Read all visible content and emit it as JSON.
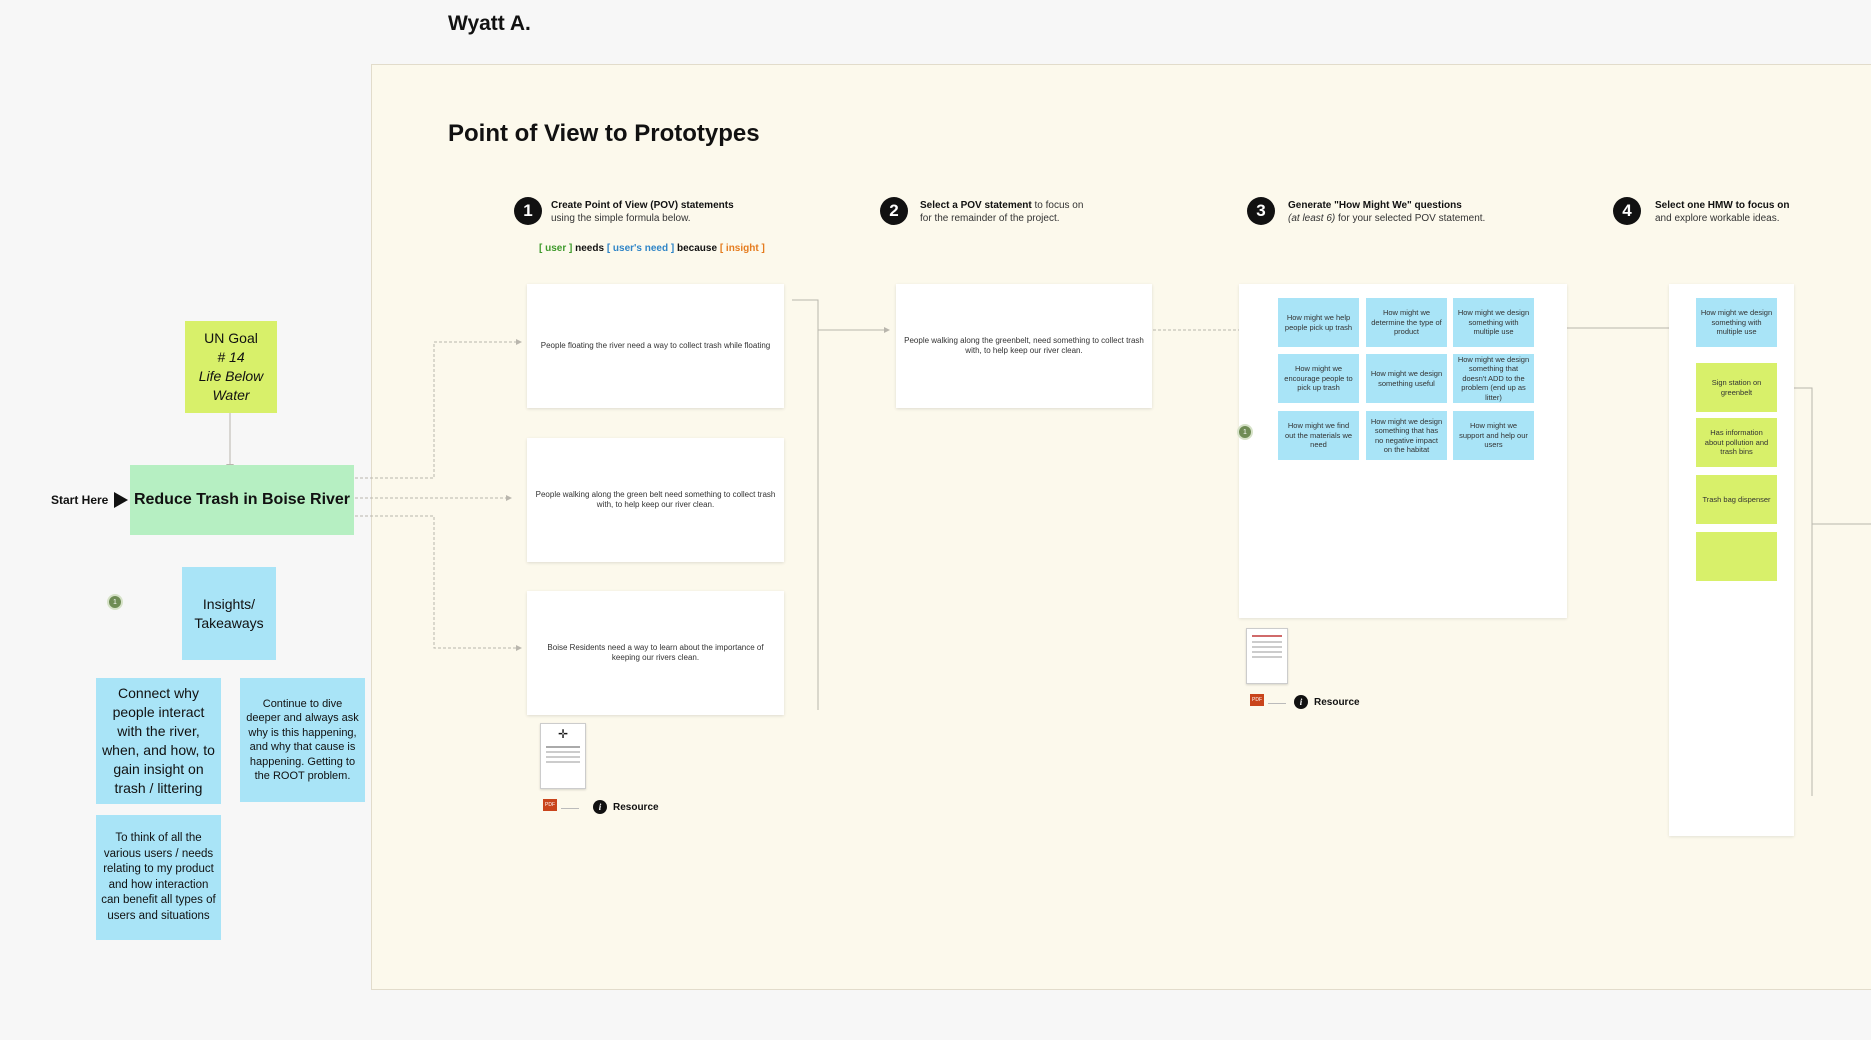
{
  "author": "Wyatt A.",
  "board_title": "Point of View to Prototypes",
  "steps": [
    {
      "number": "1",
      "bold": "Create Point of View (POV) statements",
      "rest": "using the simple formula below."
    },
    {
      "number": "2",
      "bold": "Select a POV statement",
      "rest_inline": " to focus on",
      "rest": "for the remainder of the project."
    },
    {
      "number": "3",
      "bold": "Generate \"How Might We\" questions",
      "rest_italic": "(at least 6)",
      "rest": " for your selected POV statement."
    },
    {
      "number": "4",
      "bold": "Select one HMW to focus on",
      "rest": "and explore workable ideas."
    }
  ],
  "formula": {
    "open1": "[ ",
    "user": "user",
    "close1": " ]",
    "needs": " needs ",
    "open2": "[ ",
    "user_need": "user's need",
    "close2": " ]",
    "because": " because ",
    "open3": "[ ",
    "insight": "insight",
    "close3": " ]"
  },
  "pov_cards": [
    "People floating the river need a way to collect trash while floating",
    "People walking along the green belt need something to collect trash with, to help keep our river clean.",
    "Boise Residents need a way to learn about the importance of keeping our rivers clean."
  ],
  "selected_pov": "People walking along the greenbelt, need something to collect trash with, to help keep our river clean.",
  "hmw_stickies": [
    "How might we help people pick up trash",
    "How might we determine the type of product",
    "How might we design something with multiple use",
    "How might we encourage people to pick up trash",
    "How might we design something useful",
    "How might we design something that doesn't ADD to the problem (end up as litter)",
    "How might we find out the materials we need",
    "How might we design something that has no negative impact on the habitat",
    "How might we support and help our users"
  ],
  "selected_hmw": "How might we design something with multiple use",
  "ideas": [
    "Sign station on greenbelt",
    "Has information about pollution and trash bins",
    "Trash bag dispenser",
    ""
  ],
  "left": {
    "un_goal_line1": "UN Goal",
    "un_goal_line2": "# 14",
    "un_goal_line3": "Life Below",
    "un_goal_line4": "Water",
    "start_here": "Start Here",
    "problem": "Reduce Trash in Boise River",
    "insights_title": "Insights/ Takeaways",
    "insight_1": "Connect why people interact with the river, when, and how, to gain insight on trash / littering",
    "insight_2": "Continue to dive deeper and always ask why is this happening, and why that cause is happening. Getting to the ROOT problem.",
    "insight_3": "To think of all the various users / needs relating to my product and how interaction can benefit all types of users and situations"
  },
  "resource_label": "Resource",
  "pdf_label": "PDF",
  "colors": {
    "green_sticky": "#c7f36f",
    "mint": "#b6efc2",
    "blue_sticky": "#a9e4f7",
    "board": "#fcf9ec"
  }
}
